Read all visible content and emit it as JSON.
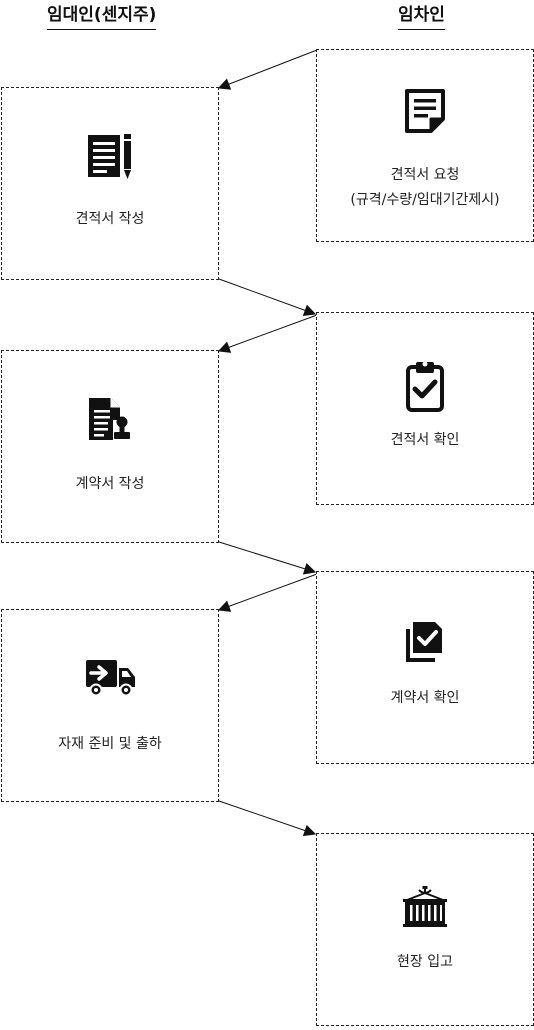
{
  "headers": {
    "lessor": "임대인(센지주)",
    "lessee": "임차인"
  },
  "steps": {
    "quote_request": {
      "line1": "견적서 요청",
      "line2": "(규격/수량/임대기간제시)",
      "icon": "document-icon"
    },
    "quote_write": {
      "label": "견적서 작성",
      "icon": "document-pen-icon"
    },
    "quote_confirm": {
      "label": "견적서 확인",
      "icon": "clipboard-check-icon"
    },
    "contract_write": {
      "label": "계약서 작성",
      "icon": "contract-stamp-icon"
    },
    "contract_confirm": {
      "label": "계약서 확인",
      "icon": "documents-check-icon"
    },
    "prepare_ship": {
      "label": "자재 준비 및 출하",
      "icon": "delivery-truck-icon"
    },
    "site_arrival": {
      "label": "현장 입고",
      "icon": "container-icon"
    }
  },
  "colors": {
    "ink": "#111111",
    "border": "#222222",
    "background": "#ffffff"
  }
}
